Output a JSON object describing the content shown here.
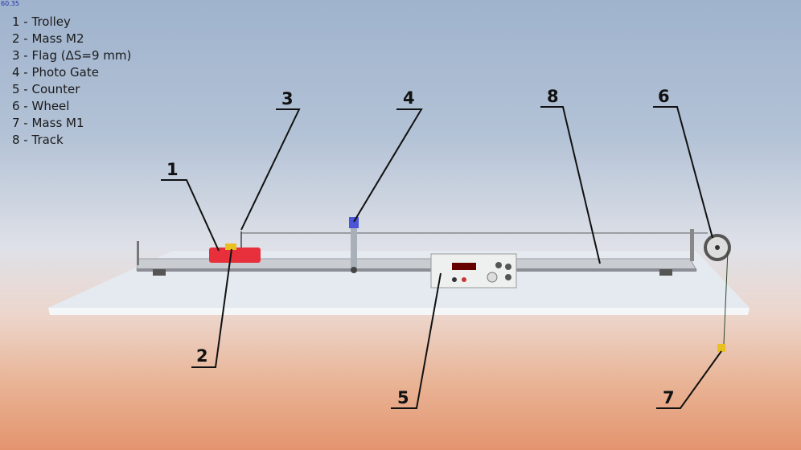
{
  "fps": "60.35",
  "legend": [
    "1 - Trolley",
    "2 - Mass M2",
    "3 - Flag (ΔS=9 mm)",
    "4 - Photo Gate",
    "5 - Counter",
    "6 - Wheel",
    "7 - Mass M1",
    "8 - Track"
  ],
  "callouts": {
    "c1": "1",
    "c2": "2",
    "c3": "3",
    "c4": "4",
    "c5": "5",
    "c6": "6",
    "c7": "7",
    "c8": "8"
  },
  "colors": {
    "trolley": "#e8303c",
    "gate": "#4a55d8",
    "mass": "#e8c020"
  }
}
